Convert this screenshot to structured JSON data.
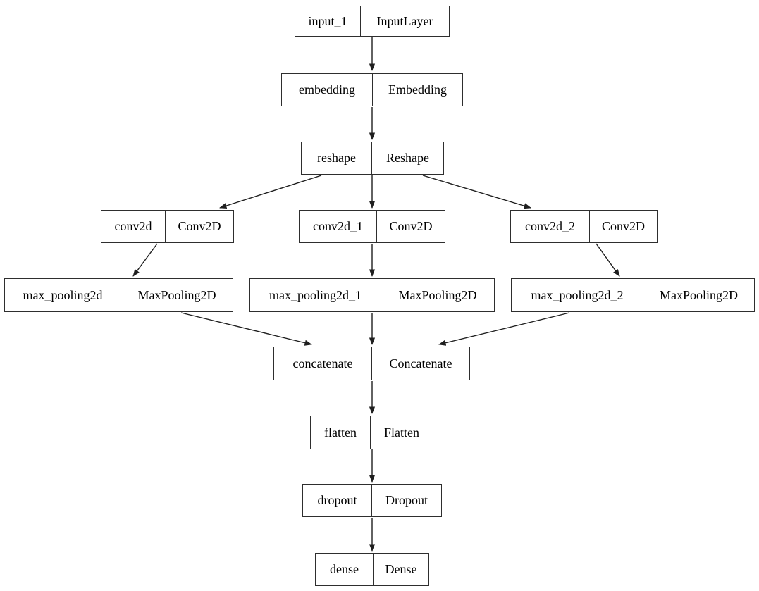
{
  "diagram": {
    "kind": "keras-model-plot",
    "background": "#ffffff",
    "colors": {
      "node_border": "#2e2e2e",
      "edge": "#1f1f1f",
      "text": "#000000"
    },
    "nodes": [
      {
        "name": "input_1",
        "type": "InputLayer"
      },
      {
        "name": "embedding",
        "type": "Embedding"
      },
      {
        "name": "reshape",
        "type": "Reshape"
      },
      {
        "name": "conv2d",
        "type": "Conv2D"
      },
      {
        "name": "conv2d_1",
        "type": "Conv2D"
      },
      {
        "name": "conv2d_2",
        "type": "Conv2D"
      },
      {
        "name": "max_pooling2d",
        "type": "MaxPooling2D"
      },
      {
        "name": "max_pooling2d_1",
        "type": "MaxPooling2D"
      },
      {
        "name": "max_pooling2d_2",
        "type": "MaxPooling2D"
      },
      {
        "name": "concatenate",
        "type": "Concatenate"
      },
      {
        "name": "flatten",
        "type": "Flatten"
      },
      {
        "name": "dropout",
        "type": "Dropout"
      },
      {
        "name": "dense",
        "type": "Dense"
      }
    ],
    "edges": [
      [
        "input_1",
        "embedding"
      ],
      [
        "embedding",
        "reshape"
      ],
      [
        "reshape",
        "conv2d"
      ],
      [
        "reshape",
        "conv2d_1"
      ],
      [
        "reshape",
        "conv2d_2"
      ],
      [
        "conv2d",
        "max_pooling2d"
      ],
      [
        "conv2d_1",
        "max_pooling2d_1"
      ],
      [
        "conv2d_2",
        "max_pooling2d_2"
      ],
      [
        "max_pooling2d",
        "concatenate"
      ],
      [
        "max_pooling2d_1",
        "concatenate"
      ],
      [
        "max_pooling2d_2",
        "concatenate"
      ],
      [
        "concatenate",
        "flatten"
      ],
      [
        "flatten",
        "dropout"
      ],
      [
        "dropout",
        "dense"
      ]
    ]
  }
}
